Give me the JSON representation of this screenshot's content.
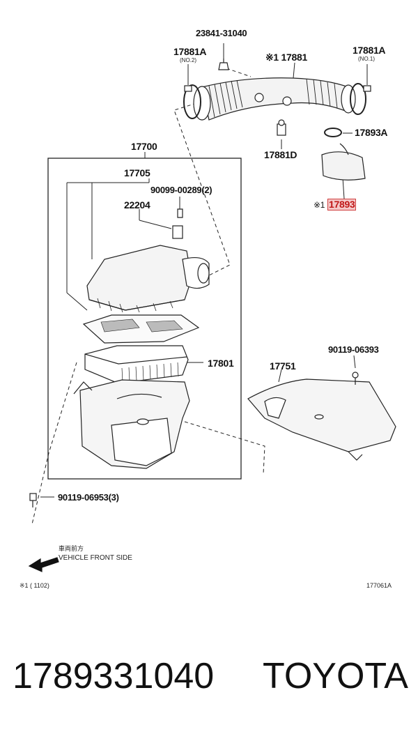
{
  "diagram": {
    "labels": {
      "p23841": "23841-31040",
      "p17881a_left": "17881A",
      "p17881a_left_sub": "(NO.2)",
      "p17881": "※1 17881",
      "p17881a_right": "17881A",
      "p17881a_right_sub": "(NO.1)",
      "p17893a": "17893A",
      "p17881d": "17881D",
      "p17893_prefix": "※1",
      "p17893": "17893",
      "p17700": "17700",
      "p17705": "17705",
      "p90099": "90099-00289(2)",
      "p22204": "22204",
      "p17801": "17801",
      "p17751": "17751",
      "p90119_right": "90119-06393",
      "p90119_left": "90119-06953(3)"
    },
    "direction": {
      "jp_text": "車両前方",
      "en_text": "VEHICLE FRONT SIDE"
    },
    "note_left": "※1 (         1102)",
    "note_right": "177061A",
    "highlight_color": "#f4c8c8"
  },
  "footer": {
    "part_number": "1789331040",
    "brand": "TOYOTA"
  }
}
